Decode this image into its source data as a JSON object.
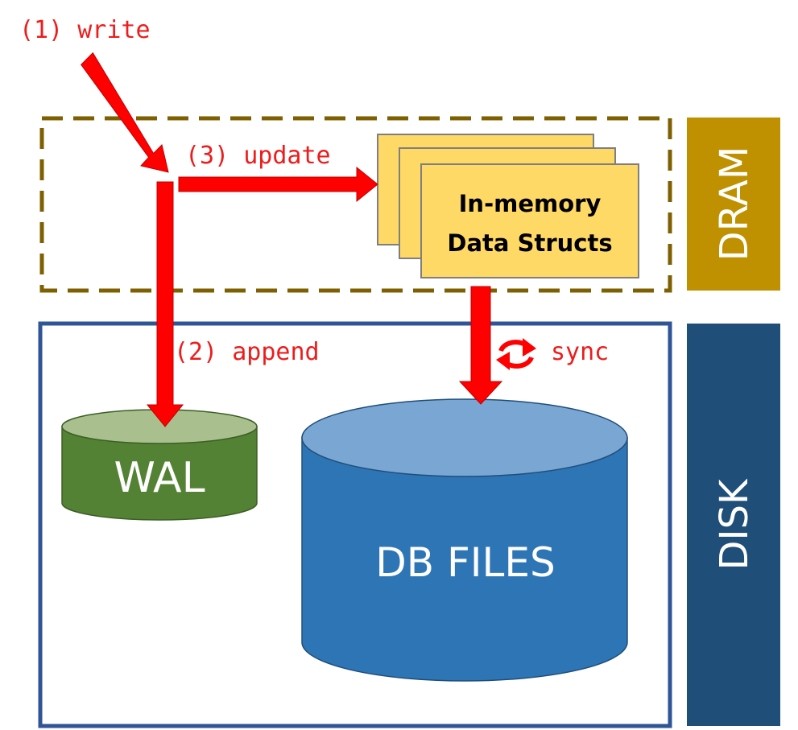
{
  "labels": {
    "write": "(1) write",
    "append": "(2) append",
    "update": "(3) update",
    "sync": "sync"
  },
  "layers": {
    "dram": "DRAM",
    "disk": "DISK"
  },
  "memory_box": {
    "line1": "In-memory",
    "line2": "Data Structs"
  },
  "storage": {
    "wal": "WAL",
    "db_files": "DB FILES"
  },
  "colors": {
    "arrow": "#ff0000",
    "label_text": "#ee1c1c",
    "dram_band": "#bf9000",
    "disk_band": "#1f4e79",
    "dram_border": "#7f6000",
    "disk_border": "#2f5597",
    "memory_box_fill": "#ffd966",
    "wal_body": "#548235",
    "wal_top": "#a9c08e",
    "db_body": "#2e75b6",
    "db_top": "#7aa6d4"
  },
  "icons": {
    "sync": "sync-cycle-icon"
  }
}
